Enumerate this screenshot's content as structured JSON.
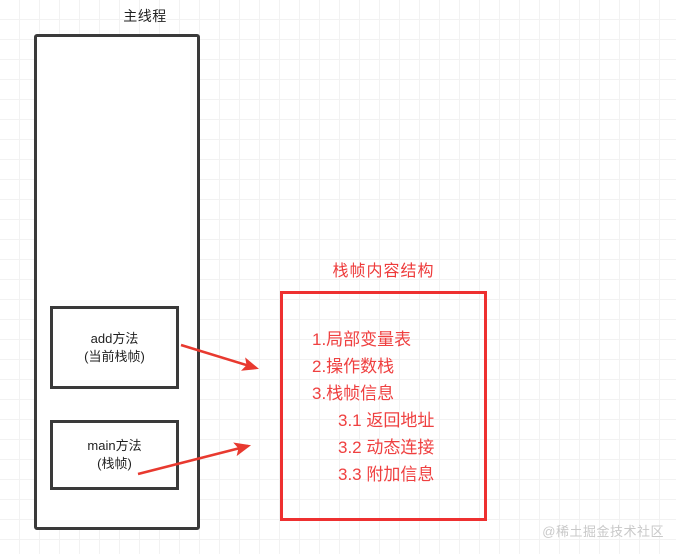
{
  "diagram": {
    "thread": {
      "label": "主线程"
    },
    "frames": [
      {
        "name": "add-frame",
        "line1": "add方法",
        "line2": "(当前栈帧)"
      },
      {
        "name": "main-frame",
        "line1": "main方法",
        "line2": "(栈帧)"
      }
    ],
    "panel": {
      "title": "栈帧内容结构",
      "items": [
        {
          "text": "1.局部变量表",
          "sub": false
        },
        {
          "text": "2.操作数栈",
          "sub": false
        },
        {
          "text": "3.栈帧信息",
          "sub": false
        },
        {
          "text": "3.1 返回地址",
          "sub": true
        },
        {
          "text": "3.2 动态连接",
          "sub": true
        },
        {
          "text": "3.3 附加信息",
          "sub": true
        }
      ]
    },
    "connectors": [
      {
        "name": "arrow-add-to-panel",
        "from": "add-frame",
        "to": "panel"
      },
      {
        "name": "arrow-main-to-panel",
        "from": "main-frame",
        "to": "panel"
      }
    ],
    "watermark": "@稀土掘金技术社区",
    "colors": {
      "accent_red": "#ee3030",
      "text_red": "#ef4040",
      "box_border": "#3a3a3a",
      "grid_minor": "#f2f2f2",
      "grid_major": "#e8e8e8",
      "watermark": "#c9c9c9"
    }
  }
}
